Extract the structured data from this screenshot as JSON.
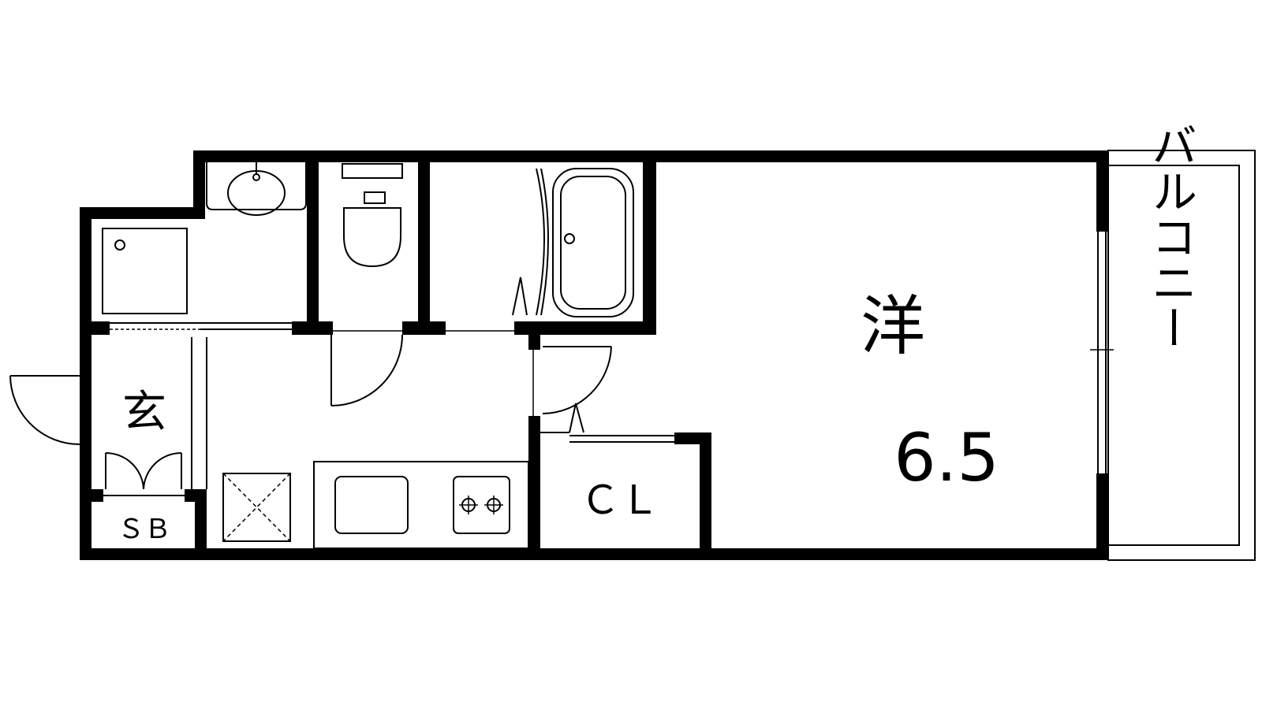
{
  "rooms": {
    "western_label": "洋",
    "western_size": "6.5",
    "closet_label": "ＣＬ",
    "entrance_label": "玄",
    "shoe_box_label": "ＳＢ",
    "balcony_label": "バルコニー"
  },
  "colors": {
    "wall": "#000000",
    "background": "#ffffff"
  }
}
